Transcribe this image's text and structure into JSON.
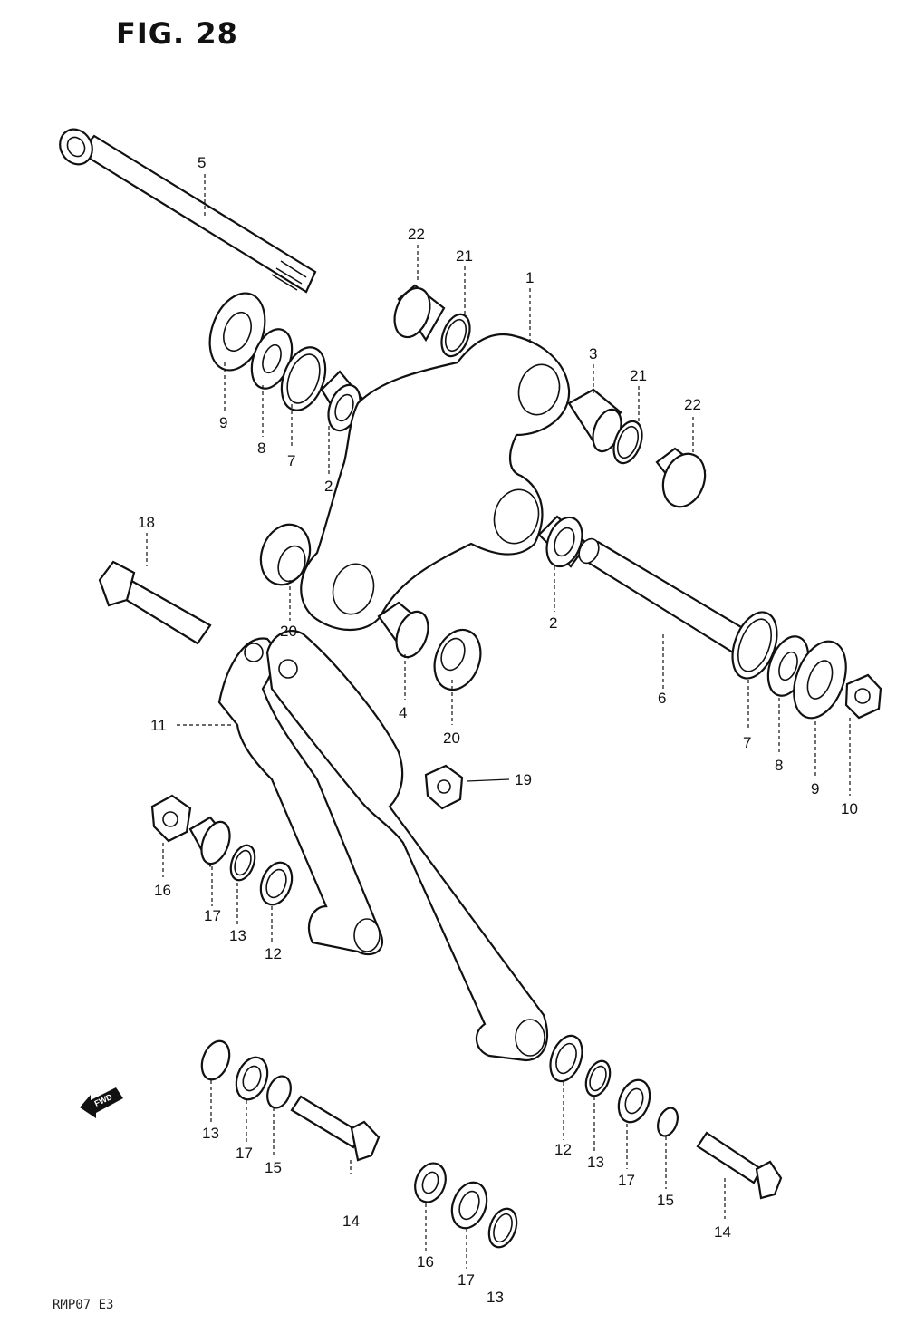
{
  "figure": {
    "title": "FIG. 28",
    "footer_code": "RMP07 E3",
    "forward_arrow_text": "FWD"
  },
  "callouts": {
    "c1": "1",
    "c2a": "2",
    "c2b": "2",
    "c3": "3",
    "c4": "4",
    "c5": "5",
    "c6": "6",
    "c7a": "7",
    "c7b": "7",
    "c8a": "8",
    "c8b": "8",
    "c9a": "9",
    "c9b": "9",
    "c10": "10",
    "c11": "11",
    "c12a": "12",
    "c12b": "12",
    "c13a": "13",
    "c13b": "13",
    "c13c": "13",
    "c13d": "13",
    "c14a": "14",
    "c14b": "14",
    "c15a": "15",
    "c15b": "15",
    "c16a": "16",
    "c16b": "16",
    "c17a": "17",
    "c17b": "17",
    "c17c": "17",
    "c18": "18",
    "c19": "19",
    "c20a": "20",
    "c20b": "20",
    "c21a": "21",
    "c21b": "21",
    "c22a": "22",
    "c22b": "22"
  }
}
